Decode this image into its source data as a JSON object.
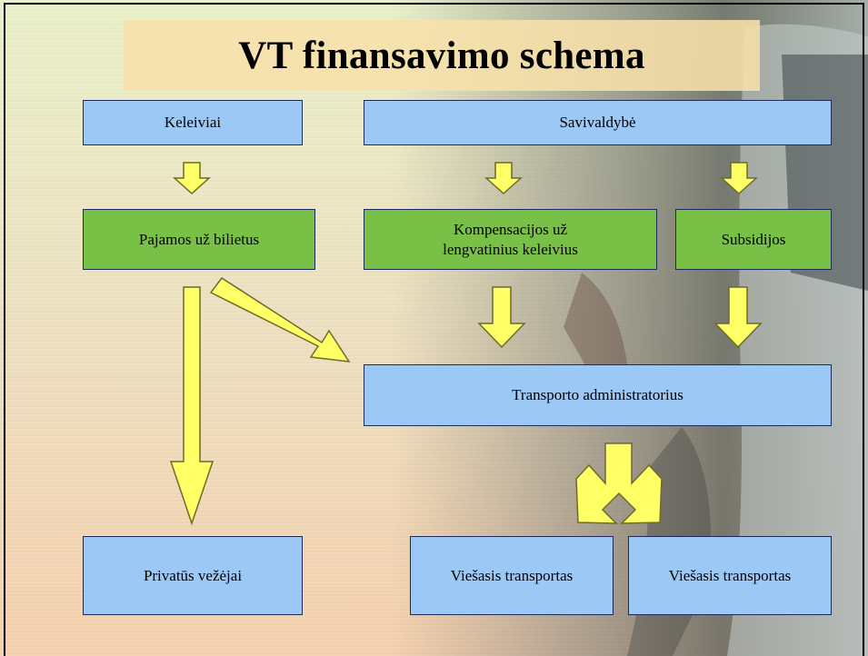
{
  "slide": {
    "title": "VT finansavimo schema"
  },
  "nodes": {
    "keleiviai": "Keleiviai",
    "savivaldybe": "Savivaldybė",
    "pajamos": "Pajamos už bilietus",
    "kompensacijos": "Kompensacijos už\nlengvatinius keleivius",
    "subsidijos": "Subsidijos",
    "administratorius": "Transporto administratorius",
    "privatus": "Privatūs vežėjai",
    "viesasis_1": "Viešasis transportas",
    "viesasis_2": "Viešasis transportas"
  },
  "colors": {
    "box_blue": "#9cc8f6",
    "box_green": "#79c047",
    "arrow_fill": "#ffff66",
    "arrow_stroke": "#6b6b2a",
    "background_top": "#e9ecc2",
    "background_bottom": "#f2cfae"
  }
}
